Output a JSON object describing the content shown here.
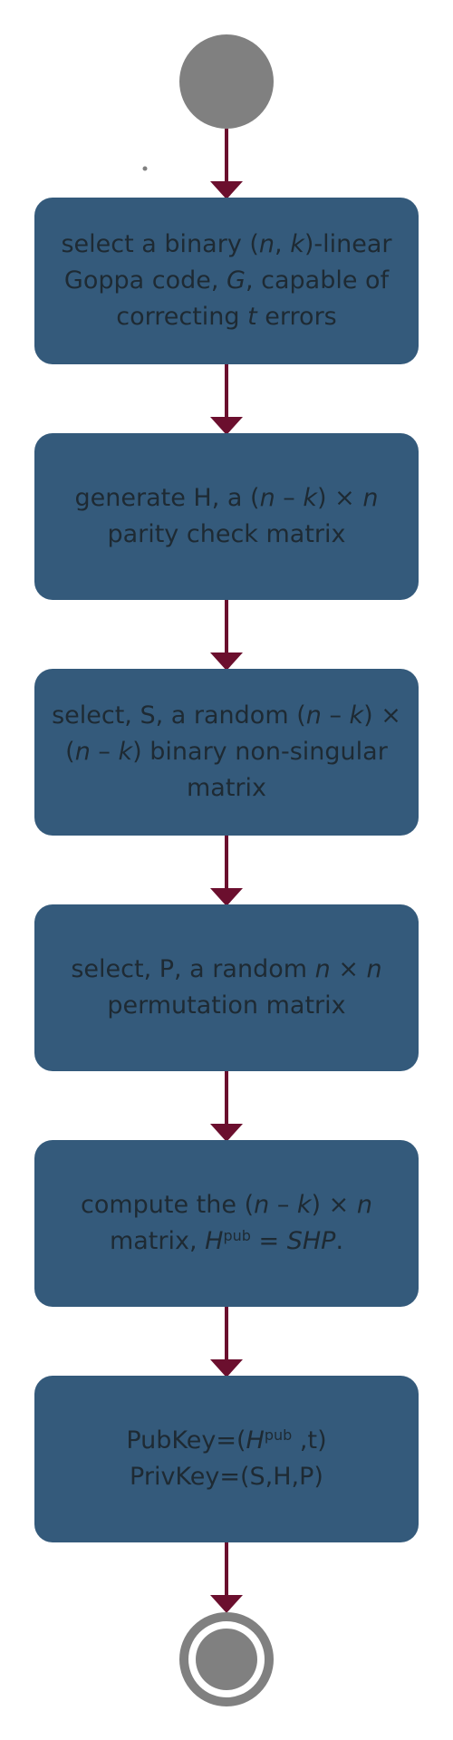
{
  "colors": {
    "node_fill": "#345a7b",
    "node_text": "#1e2a33",
    "arrow": "#6b0f2e",
    "start_end": "#808080",
    "background": "#ffffff"
  },
  "steps": [
    {
      "lines": [
        {
          "a": "select a binary (",
          "b": "n",
          "c": ", ",
          "d": "k",
          "e": ")-linear"
        },
        {
          "a": "Goppa code, ",
          "b": "G",
          "c": ", capable of"
        },
        {
          "a": "correcting ",
          "b": "t",
          "c": " errors"
        }
      ]
    },
    {
      "lines": [
        {
          "a": "generate H, a (",
          "b": "n",
          "c": " – ",
          "d": "k",
          "e": ") × ",
          "f": "n"
        },
        {
          "a": "parity check matrix"
        }
      ]
    },
    {
      "lines": [
        {
          "a": "select, S, a random (",
          "b": "n",
          "c": " – ",
          "d": "k",
          "e": ") ×"
        },
        {
          "a": "(",
          "b": "n",
          "c": " – ",
          "d": "k",
          "e": ") binary non-singular"
        },
        {
          "a": "matrix"
        }
      ]
    },
    {
      "lines": [
        {
          "a": "select, P, a random ",
          "b": "n",
          "c": " × ",
          "d": "n"
        },
        {
          "a": "permutation matrix"
        }
      ]
    },
    {
      "lines": [
        {
          "a": "compute the (",
          "b": "n",
          "c": " – ",
          "d": "k",
          "e": ") × ",
          "f": "n"
        },
        {
          "a": "matrix, ",
          "b": "H",
          "sup": "pub",
          "c": " = ",
          "d": "SHP",
          "e": "."
        }
      ]
    },
    {
      "lines": [
        {
          "a": "PubKey=(",
          "b": "H",
          "sup": "pub",
          "c": " ,t)"
        },
        {
          "a": "PrivKey=(S,H,P)"
        }
      ]
    }
  ]
}
